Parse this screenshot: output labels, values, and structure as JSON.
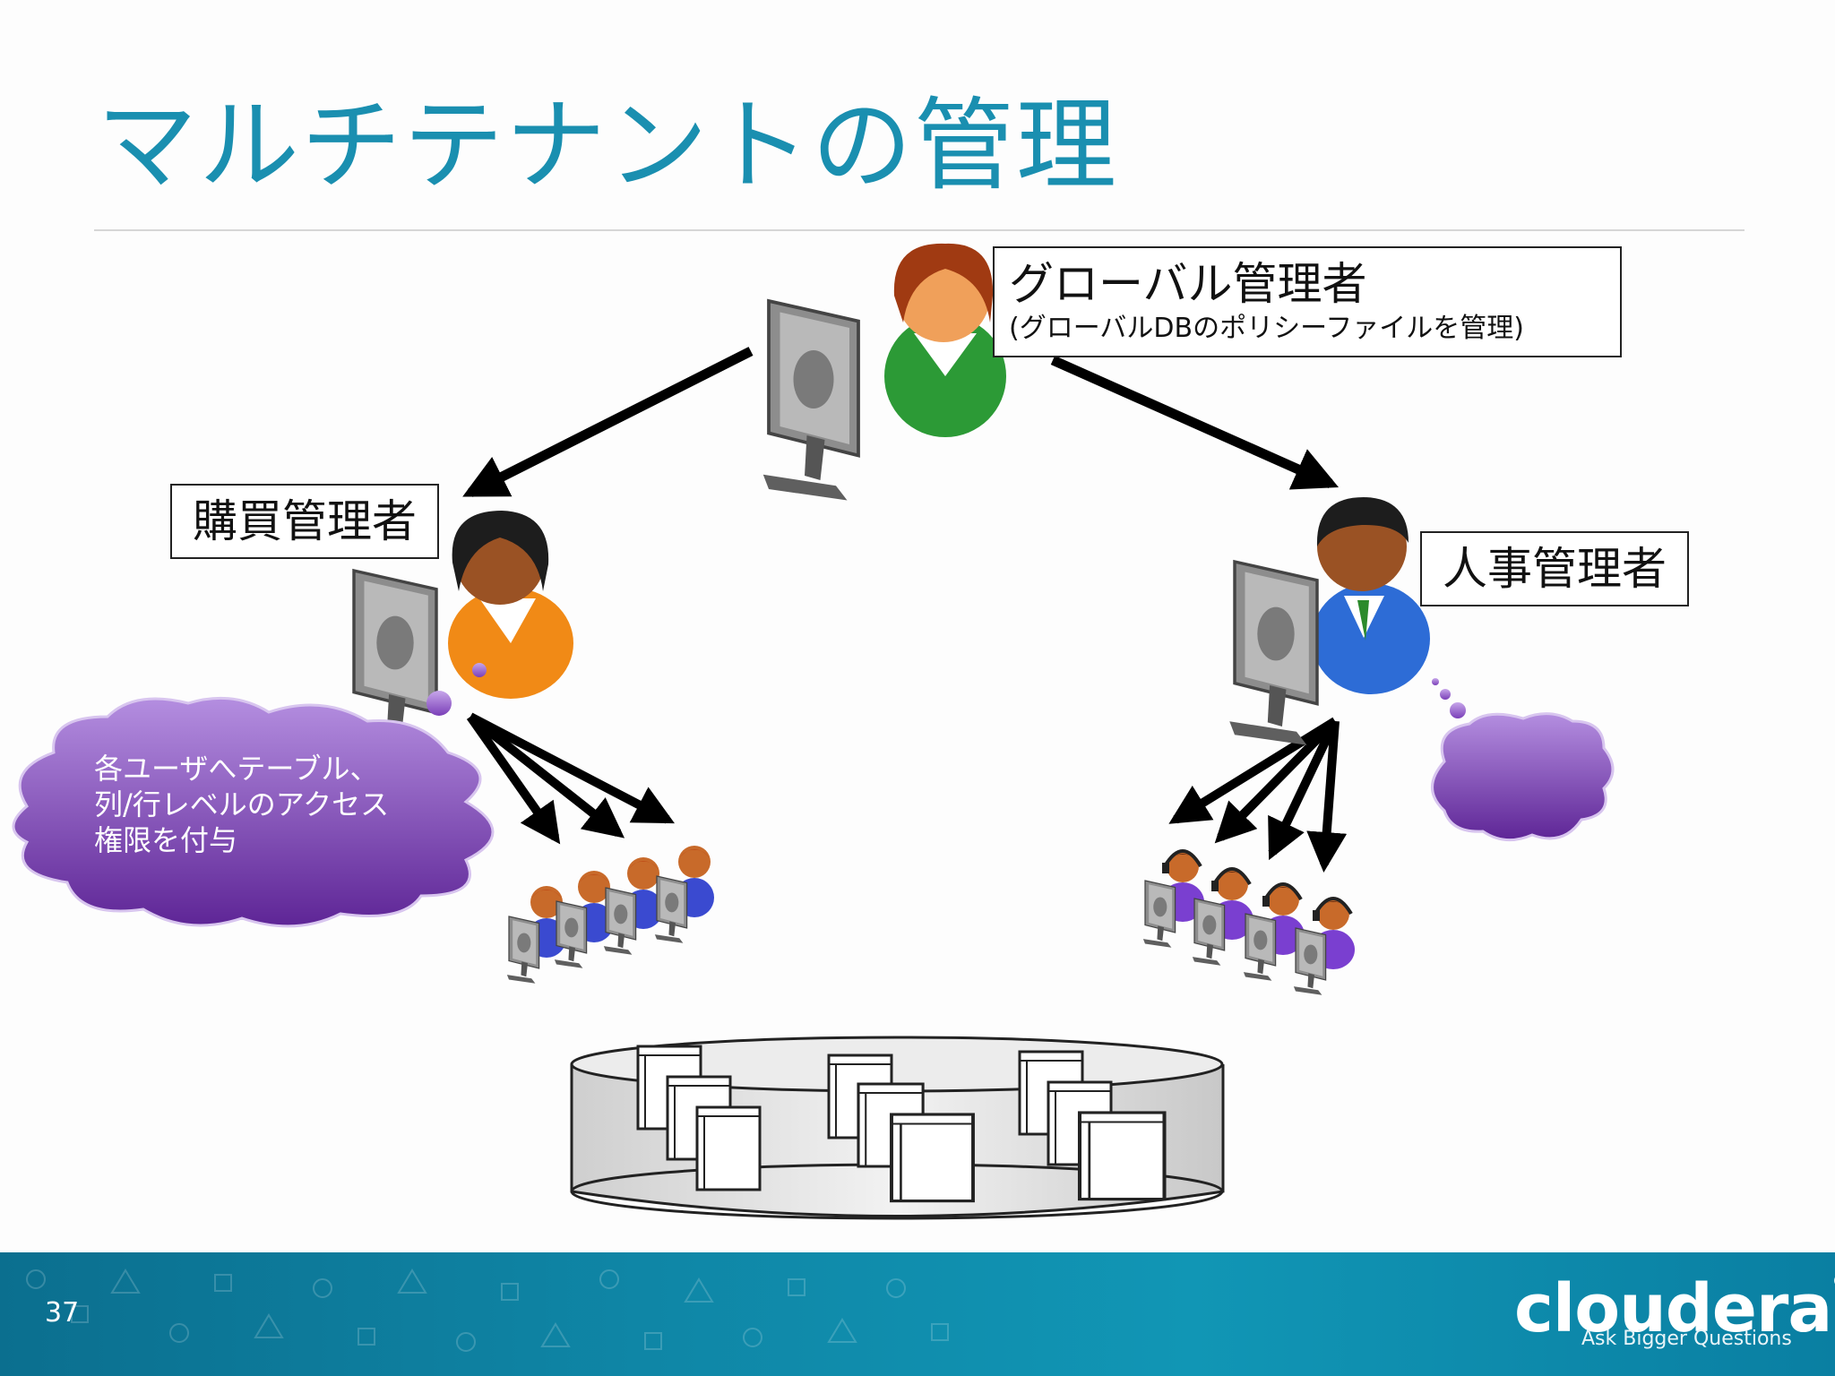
{
  "slide": {
    "title": "マルチテナントの管理",
    "page_number": "37"
  },
  "roles": {
    "global_admin": {
      "label": "グローバル管理者",
      "sublabel": "(グローバルDBのポリシーファイルを管理)"
    },
    "purchase_admin": {
      "label": "購買管理者"
    },
    "hr_admin": {
      "label": "人事管理者"
    }
  },
  "callout": {
    "lines": [
      "各ユーザへテーブル、",
      "列/行レベルのアクセス",
      "権限を付与"
    ]
  },
  "brand": {
    "name": "cloudera",
    "tagline": "Ask Bigger Questions"
  },
  "colors": {
    "title": "#1a8fb0",
    "callout_purple": "#7b3fb0",
    "footer": "#0f86a6"
  }
}
